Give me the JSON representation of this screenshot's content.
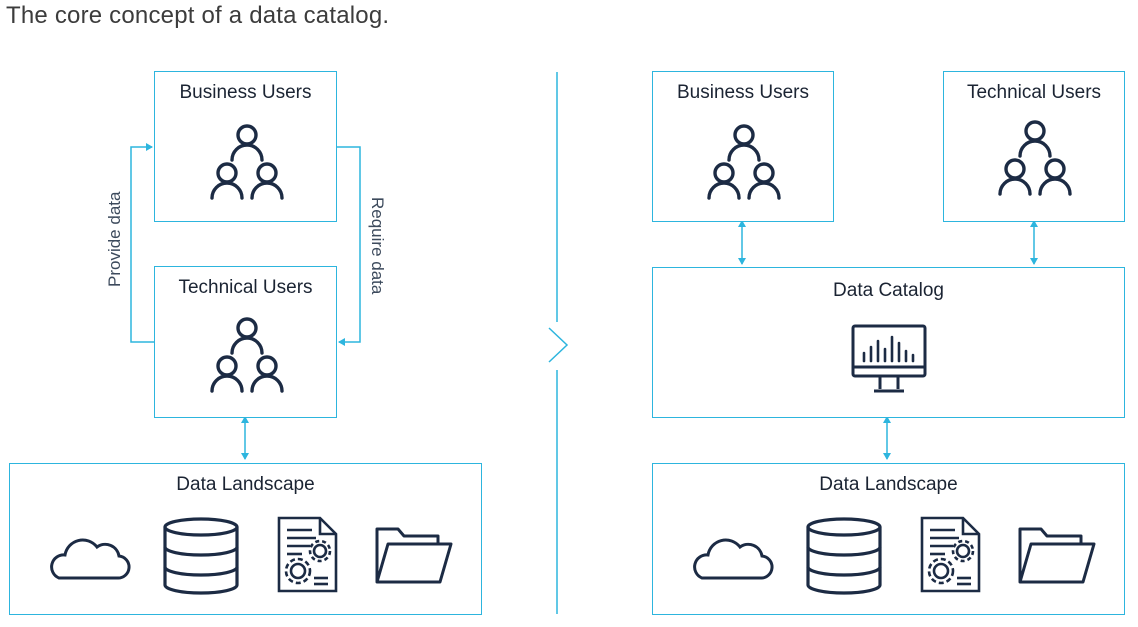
{
  "title": "The core concept of a data catalog.",
  "left": {
    "business_users": "Business Users",
    "technical_users": "Technical Users",
    "data_landscape": "Data Landscape",
    "provide_data": "Provide data",
    "require_data": "Require data"
  },
  "right": {
    "business_users": "Business Users",
    "technical_users": "Technical Users",
    "data_catalog": "Data Catalog",
    "data_landscape": "Data Landscape"
  },
  "colors": {
    "accent": "#2db5de",
    "icon": "#1c2b44",
    "text": "#1b2433"
  },
  "icons": [
    "users-icon",
    "cloud-icon",
    "database-icon",
    "document-gear-icon",
    "folder-icon",
    "monitor-chart-icon",
    "chevron-right-icon"
  ]
}
